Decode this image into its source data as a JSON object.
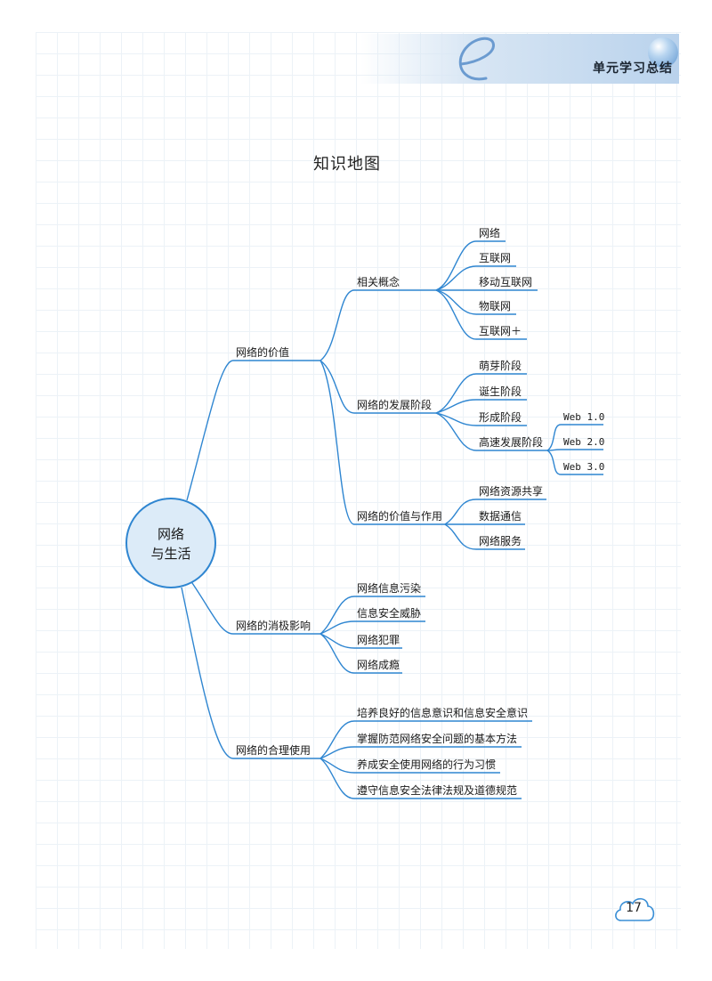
{
  "header": {
    "title": "单元学习总结"
  },
  "page": {
    "title": "知识地图",
    "number": "17"
  },
  "mindmap": {
    "root": {
      "line1": "网络",
      "line2": "与生活"
    },
    "branches": [
      {
        "label": "网络的价值",
        "children": [
          {
            "label": "相关概念",
            "children": [
              {
                "label": "网络"
              },
              {
                "label": "互联网"
              },
              {
                "label": "移动互联网"
              },
              {
                "label": "物联网"
              },
              {
                "label": "互联网＋"
              }
            ]
          },
          {
            "label": "网络的发展阶段",
            "children": [
              {
                "label": "萌芽阶段"
              },
              {
                "label": "诞生阶段"
              },
              {
                "label": "形成阶段"
              },
              {
                "label": "高速发展阶段",
                "children": [
                  {
                    "label": "Web 1.0"
                  },
                  {
                    "label": "Web 2.0"
                  },
                  {
                    "label": "Web 3.0"
                  }
                ]
              }
            ]
          },
          {
            "label": "网络的价值与作用",
            "children": [
              {
                "label": "网络资源共享"
              },
              {
                "label": "数据通信"
              },
              {
                "label": "网络服务"
              }
            ]
          }
        ]
      },
      {
        "label": "网络的消极影响",
        "children": [
          {
            "label": "网络信息污染"
          },
          {
            "label": "信息安全威胁"
          },
          {
            "label": "网络犯罪"
          },
          {
            "label": "网络成瘾"
          }
        ]
      },
      {
        "label": "网络的合理使用",
        "children": [
          {
            "label": "培养良好的信息意识和信息安全意识"
          },
          {
            "label": "掌握防范网络安全问题的基本方法"
          },
          {
            "label": "养成安全使用网络的行为习惯"
          },
          {
            "label": "遵守信息安全法律法规及道德规范"
          }
        ]
      }
    ]
  },
  "colors": {
    "line": "#2f86d1",
    "root_fill": "#dcebf8",
    "root_stroke": "#2f86d1"
  }
}
